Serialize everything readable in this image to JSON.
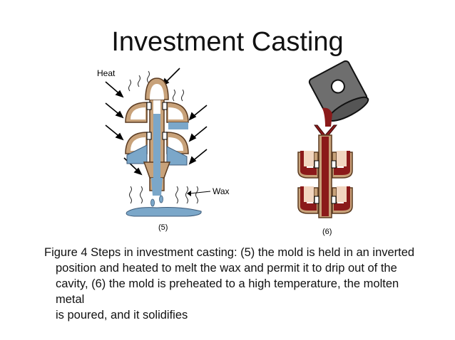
{
  "slide": {
    "title": "Investment Casting"
  },
  "diagram": {
    "label_heat": "Heat",
    "label_wax": "Wax",
    "label_step5": "(5)",
    "label_step6": "(6)"
  },
  "caption": {
    "line1": "Figure 4  Steps in investment casting: (5) the mold is held in an inverted",
    "line2": "position and heated to melt the wax and permit it to drip out of the",
    "line3": "cavity, (6) the mold is preheated to a high temperature, the molten metal",
    "line4": "is poured, and it solidifies"
  },
  "colors": {
    "wax": "#7ba7c9",
    "metal": "#8b1a1a",
    "shell": "#c8a27a",
    "ladle": "#6e6e6e"
  }
}
